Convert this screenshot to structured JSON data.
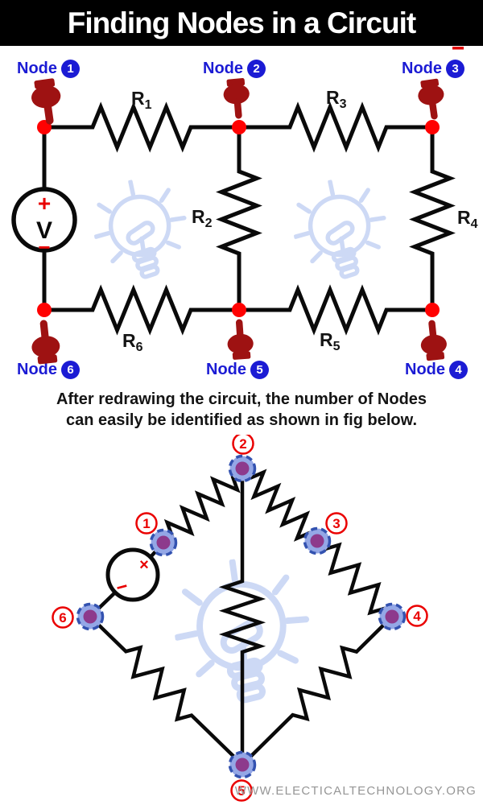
{
  "title": "Finding Nodes in a Circuit",
  "circuit1": {
    "node_labels": [
      {
        "label": "Node",
        "num": "1"
      },
      {
        "label": "Node",
        "num": "2"
      },
      {
        "label": "Node",
        "num": "3"
      },
      {
        "label": "Node",
        "num": "4"
      },
      {
        "label": "Node",
        "num": "5"
      },
      {
        "label": "Node",
        "num": "6"
      }
    ],
    "resistors": [
      {
        "name": "R",
        "sub": "1"
      },
      {
        "name": "R",
        "sub": "2"
      },
      {
        "name": "R",
        "sub": "3"
      },
      {
        "name": "R",
        "sub": "4"
      },
      {
        "name": "R",
        "sub": "5"
      },
      {
        "name": "R",
        "sub": "6"
      }
    ],
    "source": {
      "plus": "+",
      "label": "V",
      "minus": "−"
    }
  },
  "caption": {
    "line1": "After redrawing the circuit, the number of Nodes",
    "line2": "can easily be identified as shown in fig below."
  },
  "circuit2": {
    "node_numbers": [
      "1",
      "2",
      "3",
      "4",
      "5",
      "6"
    ],
    "source": {
      "plus": "×",
      "minus": "−"
    }
  },
  "watermark": "WWW.ELECTICALTECHNOLOGY.ORG",
  "colors": {
    "node_label_blue": "#1b1bd4",
    "hand_red": "#9e1212",
    "node_dot_red": "#ff0202",
    "ring_red": "#ea0000",
    "bulb_watermark": "#cdd9f5",
    "node_fill_blue": "#94a7e6",
    "node_core_purple": "#8d3a8c"
  }
}
